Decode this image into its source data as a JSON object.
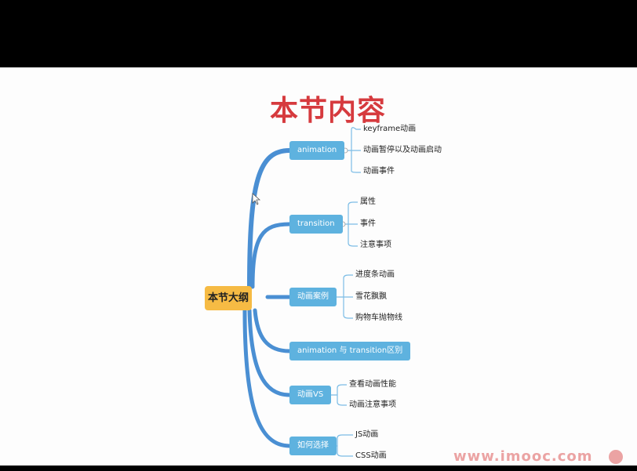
{
  "title": "本节内容",
  "root": "本节大纲",
  "branches": [
    {
      "label": "animation",
      "children": [
        "keyframe动画",
        "动画暂停以及动画启动",
        "动画事件"
      ]
    },
    {
      "label": "transition",
      "children": [
        "属性",
        "事件",
        "注意事项"
      ]
    },
    {
      "label": "动画案例",
      "children": [
        "进度条动画",
        "雪花飘飘",
        "购物车抛物线"
      ]
    },
    {
      "label": "animation 与 transition区别",
      "children": []
    },
    {
      "label": "动画VS",
      "children": [
        "查看动画性能",
        "动画注意事项"
      ]
    },
    {
      "label": "如何选择",
      "children": [
        "JS动画",
        "CSS动画"
      ]
    }
  ],
  "watermark": "www.imooc.com",
  "colors": {
    "title": "#d63a3e",
    "root": "#f6bb44",
    "branch": "#5eb2df",
    "connector": "#4a90d0"
  }
}
